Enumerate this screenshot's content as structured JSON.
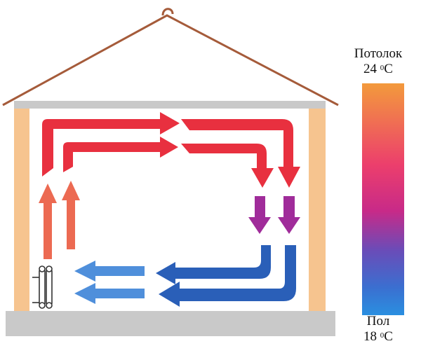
{
  "scale": {
    "ceiling": {
      "name": "Потолок",
      "value": "24",
      "degree": "0",
      "unit": "С"
    },
    "floor": {
      "name": "Пол",
      "value": "18",
      "degree": "0",
      "unit": "С"
    },
    "gradient_colors": [
      "#f39a3c",
      "#ec3f6c",
      "#e0157d",
      "#8a3fa8",
      "#3b6fd0",
      "#2a8fe0"
    ]
  },
  "colors": {
    "roof": "#a55b3a",
    "wall": "#f6c48f",
    "slab": "#c9c9c9",
    "warm_arrow": "#e8303f",
    "rising_arrow": "#ec6a52",
    "cooling_arrow": "#a02c9a",
    "cold_arrow": "#2a5fb8",
    "cool_arrow": "#4f8fdb"
  },
  "icons": {
    "heater": "radiator-icon"
  }
}
